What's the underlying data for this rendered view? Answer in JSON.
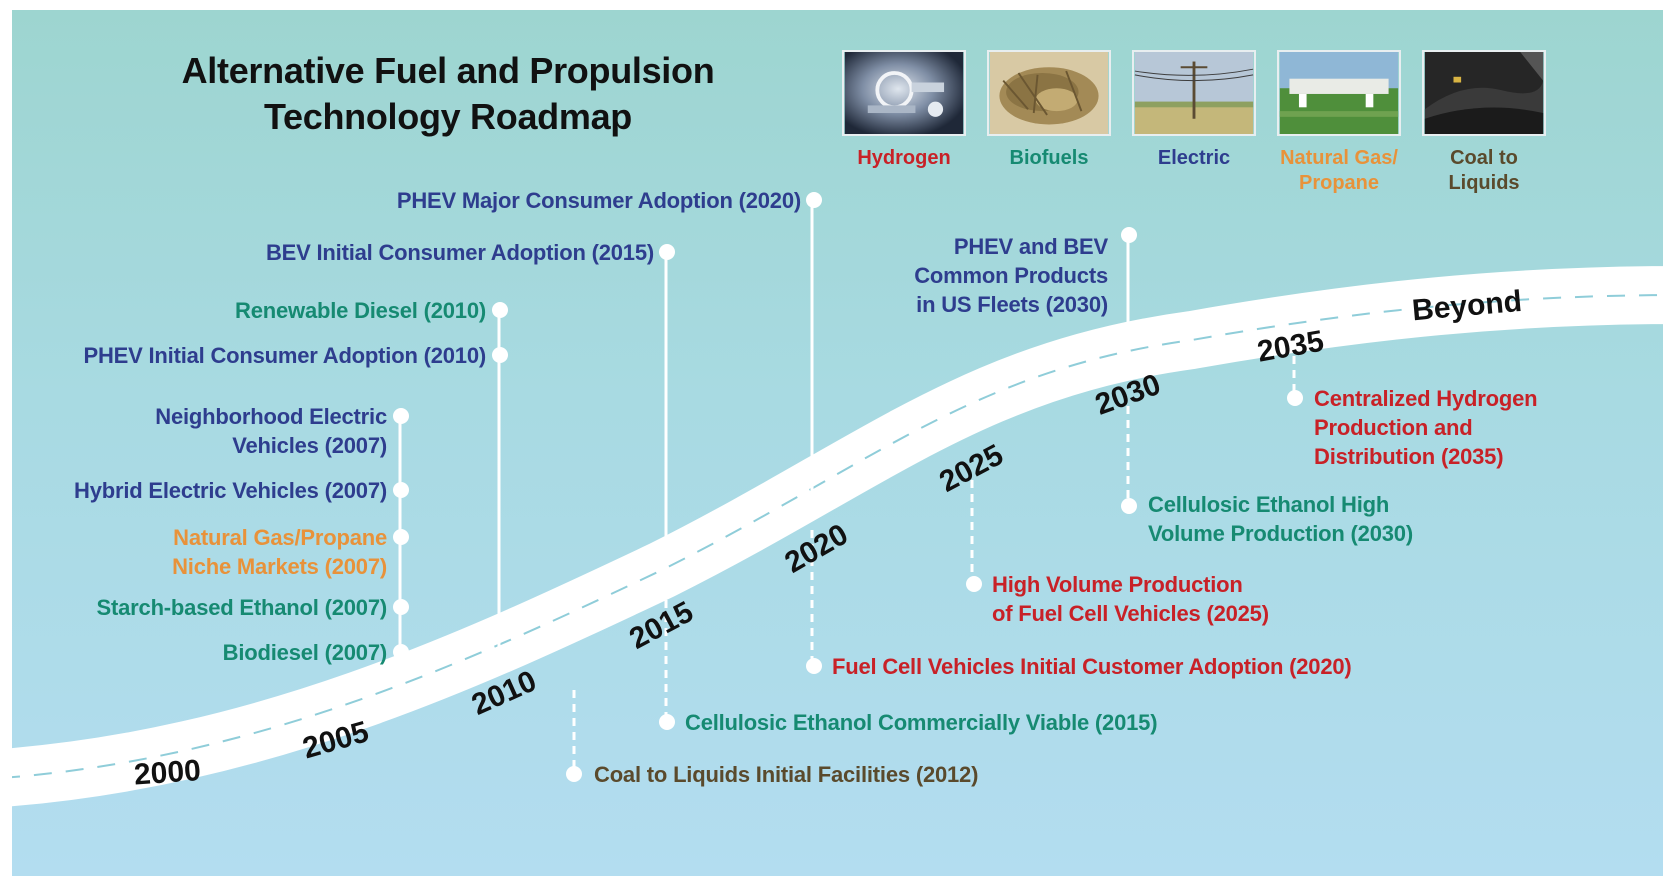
{
  "title": {
    "line1": "Alternative Fuel and Propulsion",
    "line2": "Technology Roadmap"
  },
  "categories": [
    {
      "label1": "Hydrogen",
      "label2": "",
      "color": "#c82127",
      "icon": "hydrogen-engine-photo"
    },
    {
      "label1": "Biofuels",
      "label2": "",
      "color": "#168a72",
      "icon": "biofuel-grass-photo"
    },
    {
      "label1": "Electric",
      "label2": "",
      "color": "#2e3d8e",
      "icon": "power-lines-photo"
    },
    {
      "label1": "Natural Gas/",
      "label2": "Propane",
      "color": "#e8923a",
      "icon": "gas-station-photo"
    },
    {
      "label1": "Coal to",
      "label2": "Liquids",
      "color": "#5a4a2c",
      "icon": "coal-pile-photo"
    }
  ],
  "timeline": {
    "years": [
      "2000",
      "2005",
      "2010",
      "2015",
      "2020",
      "2025",
      "2030",
      "2035",
      "Beyond"
    ]
  },
  "milestones": {
    "phev_major": "PHEV Major Consumer Adoption (2020)",
    "bev_initial": "BEV Initial Consumer Adoption (2015)",
    "renewable_diesel": "Renewable Diesel (2010)",
    "phev_initial": "PHEV Initial Consumer Adoption (2010)",
    "nev": {
      "line1": "Neighborhood Electric",
      "line2": "Vehicles (2007)"
    },
    "hybrid": "Hybrid Electric Vehicles (2007)",
    "ng_niche": {
      "line1": "Natural Gas/Propane",
      "line2": "Niche Markets (2007)"
    },
    "starch_ethanol": "Starch-based Ethanol (2007)",
    "biodiesel": "Biodiesel (2007)",
    "phev_bev_fleets": {
      "line1": "PHEV and BEV",
      "line2": "Common Products",
      "line3": "in US Fleets (2030)"
    },
    "hydrogen_central": {
      "line1": "Centralized Hydrogen",
      "line2": "Production and",
      "line3": "Distribution (2035)"
    },
    "cellulosic_high": {
      "line1": "Cellulosic Ethanol High",
      "line2": "Volume Production (2030)"
    },
    "fcv_high_volume": {
      "line1": "High Volume Production",
      "line2": "of Fuel Cell Vehicles (2025)"
    },
    "fcv_initial": "Fuel Cell Vehicles Initial Customer Adoption (2020)",
    "cellulosic_viable": "Cellulosic Ethanol Commercially Viable (2015)",
    "ctl_initial": "Coal to Liquids Initial Facilities (2012)"
  }
}
